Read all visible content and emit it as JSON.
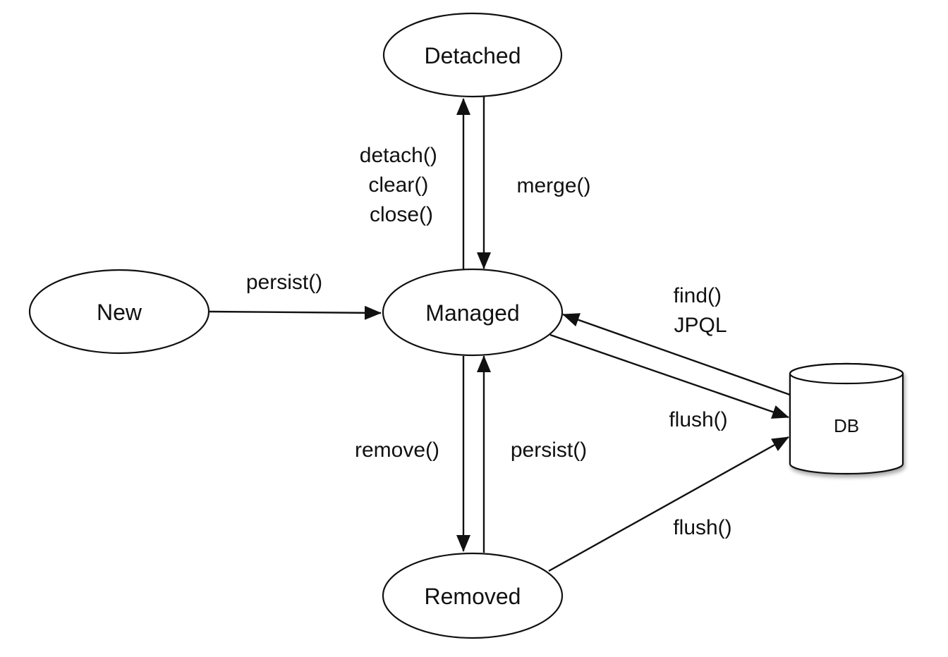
{
  "nodes": {
    "detached": "Detached",
    "new": "New",
    "managed": "Managed",
    "removed": "Removed",
    "db": "DB"
  },
  "edges": {
    "new_to_managed": [
      "persist()"
    ],
    "managed_to_detached": [
      "detach()",
      "clear()",
      "close()"
    ],
    "detached_to_managed": [
      "merge()"
    ],
    "managed_to_removed": [
      "remove()"
    ],
    "removed_to_managed": [
      "persist()"
    ],
    "db_to_managed": [
      "find()",
      "JPQL"
    ],
    "managed_to_db": [
      "flush()"
    ],
    "removed_to_db": [
      "flush()"
    ]
  },
  "colors": {
    "stroke": "#111111",
    "fill": "#ffffff"
  }
}
